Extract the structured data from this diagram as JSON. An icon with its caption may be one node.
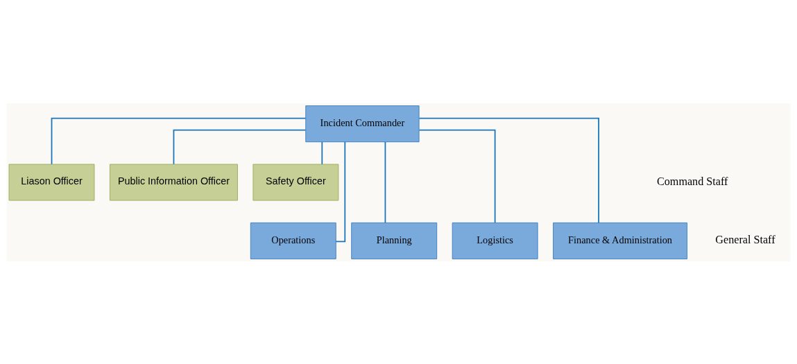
{
  "diagram": {
    "nodes": [
      {
        "text": [
          "Incident Commander"
        ]
      },
      {
        "text": [
          "Liason Officer"
        ]
      },
      {
        "text": [
          "Public Information Officer"
        ]
      },
      {
        "text": [
          "Safety Officer"
        ]
      },
      {
        "text": [
          "Operations"
        ]
      },
      {
        "text": [
          "Planning"
        ]
      },
      {
        "text": [
          "Logistics"
        ]
      },
      {
        "text": [
          "Finance & Administration"
        ]
      }
    ],
    "edges": [
      {
        "from": 0,
        "to": 1,
        "arrow": "none"
      },
      {
        "from": 0,
        "to": 2,
        "arrow": "none"
      },
      {
        "from": 0,
        "to": 3,
        "arrow": "none"
      },
      {
        "from": 0,
        "to": 4,
        "arrow": "none"
      },
      {
        "from": 0,
        "to": 5,
        "arrow": "none"
      },
      {
        "from": 0,
        "to": 6,
        "arrow": "none"
      },
      {
        "from": 0,
        "to": 7,
        "arrow": "none"
      }
    ],
    "labels": [
      "Command Staff",
      "General Staff"
    ]
  }
}
